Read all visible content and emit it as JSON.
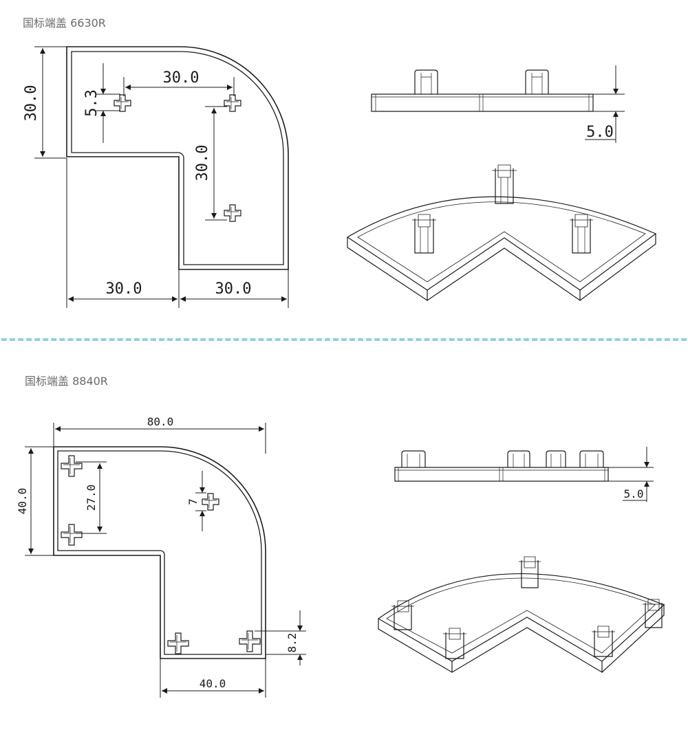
{
  "sections": [
    {
      "title": "国标端盖 6630R",
      "dims": {
        "height": "30.0",
        "hole_spacing_top": "30.0",
        "hole_offset": "5.3",
        "hole_spacing_vertical": "30.0",
        "leg_width_left": "30.0",
        "leg_width_right": "30.0",
        "thickness": "5.0"
      }
    },
    {
      "title": "国标端盖 8840R",
      "dims": {
        "overall_width": "80.0",
        "height": "40.0",
        "hole_spacing_vertical": "27.0",
        "hole_offset": "7",
        "hole_offset_bottom": "8.2",
        "leg_width": "40.0",
        "thickness": "5.0"
      }
    }
  ],
  "colors": {
    "line": "#1a1a1a",
    "divider": "#8fd1e1",
    "title": "#6b6b6b"
  }
}
